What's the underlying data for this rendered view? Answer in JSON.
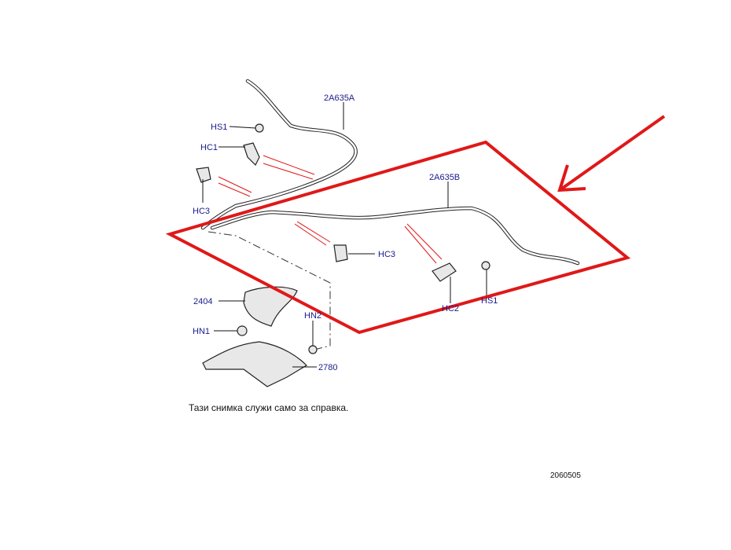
{
  "labels": {
    "cable_a": "2A635A",
    "hs1_top": "HS1",
    "hc1": "HC1",
    "hc3_left": "HC3",
    "cable_b": "2A635B",
    "hc3_right": "HC3",
    "hc2": "HC2",
    "hs1_right": "HS1",
    "boot": "2404",
    "hn1": "HN1",
    "hn2": "HN2",
    "lever": "2780"
  },
  "caption": "Тази снимка служи само за справка.",
  "reference_number": "2060505",
  "colors": {
    "highlight": "#e01818",
    "label": "#1a1a8c"
  }
}
